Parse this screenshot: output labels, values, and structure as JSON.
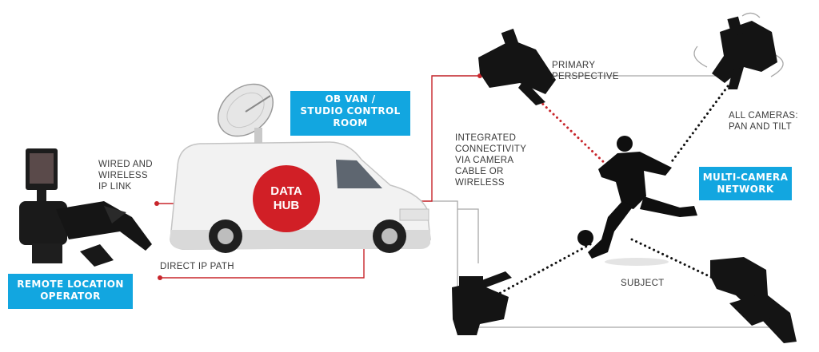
{
  "labels": {
    "ob_van": "OB VAN /\nSTUDIO CONTROL\nROOM",
    "data_hub": "DATA\nHUB",
    "wired_link": "WIRED AND\nWIRELESS\nIP LINK",
    "direct_ip": "DIRECT IP PATH",
    "remote_operator": "REMOTE LOCATION\nOPERATOR",
    "integrated": "INTEGRATED\nCONNECTIVITY\nVIA CAMERA\nCABLE OR\nWIRELESS",
    "primary": "PRIMARY\nPERSPECTIVE",
    "all_cameras": "ALL CAMERAS:\nPAN AND TILT",
    "multi_camera": "MULTI-CAMERA\nNETWORK",
    "subject": "SUBJECT"
  },
  "colors": {
    "accent_blue": "#12a6e0",
    "hub_red": "#d11f26",
    "line_red": "#c8262c",
    "line_gray": "#a8a8a8",
    "silhouette": "#111111"
  },
  "icons": [
    "satellite-dish-icon",
    "van-icon",
    "monitor-camera-rig-icon",
    "pro-camera-icon",
    "player-silhouette-icon",
    "ball-icon",
    "rotate-arrows-icon"
  ]
}
